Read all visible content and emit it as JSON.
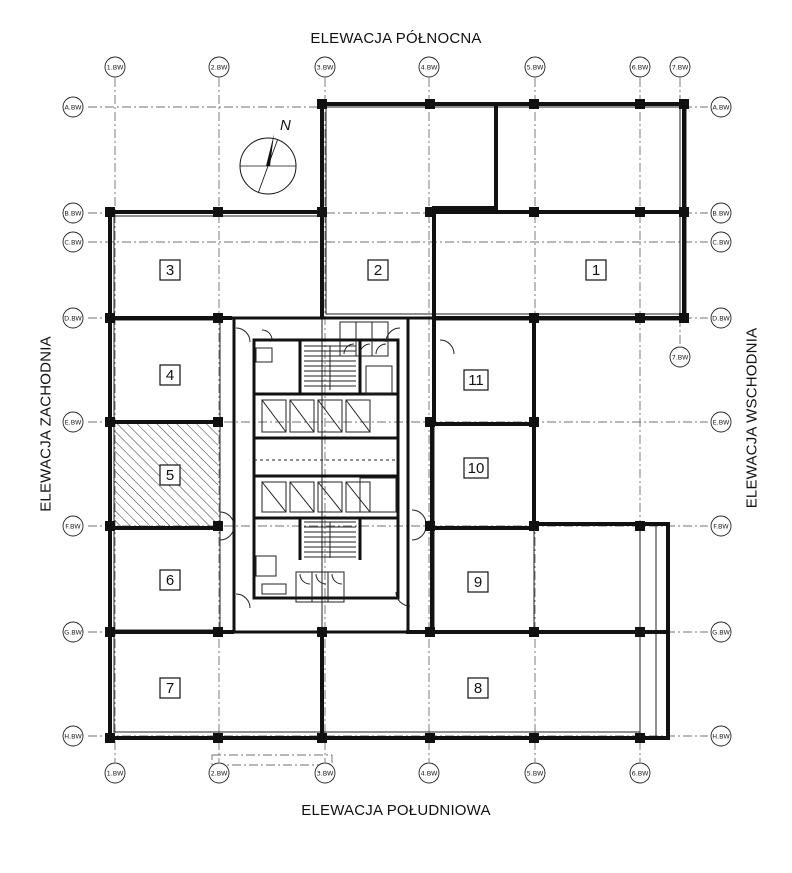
{
  "elevations": {
    "north": "ELEWACJA PÓŁNOCNA",
    "south": "ELEWACJA POŁUDNIOWA",
    "west": "ELEWACJA ZACHODNIA",
    "east": "ELEWACJA WSCHODNIA"
  },
  "compass": {
    "label": "N"
  },
  "grid_columns": [
    "1.BW",
    "2.BW",
    "3.BW",
    "4.BW",
    "5.BW",
    "6.BW",
    "7.BW"
  ],
  "grid_rows": [
    "A.BW",
    "B.BW",
    "C.BW",
    "D.BW",
    "E.BW",
    "F.BW",
    "G.BW",
    "H.BW"
  ],
  "extra_bubble": "7.BW",
  "rooms": [
    "1",
    "2",
    "3",
    "4",
    "5",
    "6",
    "7",
    "8",
    "9",
    "10",
    "11"
  ],
  "highlighted_room": "5"
}
